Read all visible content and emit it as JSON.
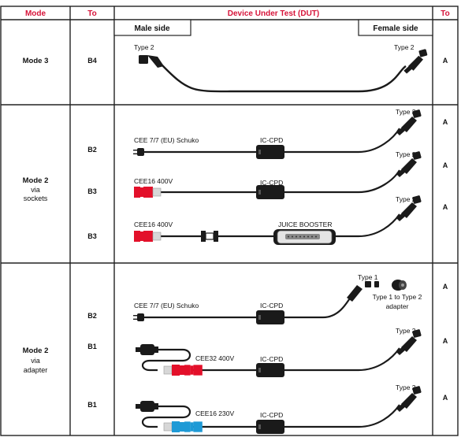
{
  "header": {
    "mode": "Mode",
    "to_left": "To",
    "dut": "Device Under Test (DUT)",
    "to_right": "To"
  },
  "sides": {
    "male": "Male side",
    "female": "Female side"
  },
  "rows": [
    {
      "mode": "Mode 3",
      "sub": [],
      "codes_left": [
        "B4"
      ],
      "codes_right": [
        "A"
      ],
      "labels": {
        "male_plug": "Type 2",
        "female_plug": "Type 2"
      }
    },
    {
      "mode": "Mode 2",
      "sub": [
        "via",
        "sockets"
      ],
      "codes_left": [
        "B2",
        "B3",
        "B3"
      ],
      "codes_right": [
        "A",
        "A",
        "A"
      ],
      "lines": [
        {
          "plug": "CEE 7/7 (EU) Schuko",
          "box": "IC-CPD",
          "female": "Type 2"
        },
        {
          "plug": "CEE16 400V",
          "box": "IC-CPD",
          "female": "Type 2"
        },
        {
          "plug": "CEE16 400V",
          "box": "JUICE BOOSTER",
          "female": "Type 2"
        }
      ]
    },
    {
      "mode": "Mode 2",
      "sub": [
        "via",
        "adapter"
      ],
      "codes_left": [
        "B2",
        "B1",
        "B1"
      ],
      "codes_right": [
        "A",
        "A",
        "A"
      ],
      "lines": [
        {
          "plug": "CEE 7/7 (EU) Schuko",
          "box": "IC-CPD",
          "female": "Type 1",
          "adapter": [
            "Type 1 to Type 2",
            "adapter"
          ]
        },
        {
          "plug": "CEE32 400V",
          "box": "IC-CPD",
          "female": "Type 2"
        },
        {
          "plug": "CEE16 230V",
          "box": "IC-CPD",
          "female": "Type 2"
        }
      ]
    }
  ],
  "colors": {
    "header_text": "#d6143a",
    "cee_red": "#e3102a",
    "cee_blue": "#1e9ad6",
    "cable": "#1a1a1a",
    "border": "#222222"
  }
}
